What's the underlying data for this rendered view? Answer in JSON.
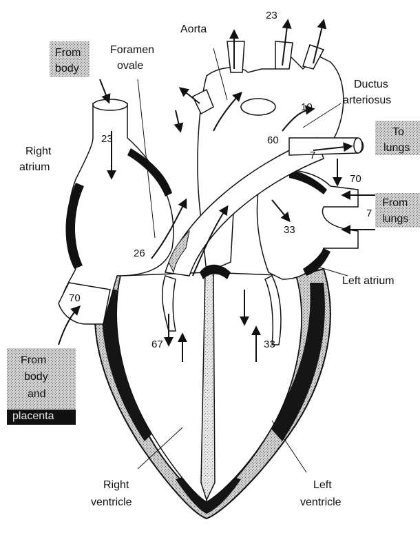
{
  "labels": {
    "from_body_top": [
      "From",
      "body"
    ],
    "foramen_ovale": [
      "Foramen",
      "ovale"
    ],
    "aorta": "Aorta",
    "ductus_arteriosus": [
      "Ductus",
      "arteriosus"
    ],
    "to_lungs": [
      "To",
      "lungs"
    ],
    "right_atrium": [
      "Right",
      "atrium"
    ],
    "from_lungs": [
      "From",
      "lungs"
    ],
    "left_atrium": "Left atrium",
    "from_body_placenta": [
      "From",
      "body",
      "and",
      "placenta"
    ],
    "right_ventricle": [
      "Right",
      "ventricle"
    ],
    "left_ventricle": [
      "Left",
      "ventricle"
    ]
  },
  "values": {
    "aorta_top": "23",
    "svc": "23",
    "ductus": "10",
    "aortic_arch": "60",
    "pulmonary_artery": "7",
    "pv_upper": "70",
    "pv_lower": "7",
    "left_atrium": "33",
    "foramen": "26",
    "ivc": "70",
    "right_ventricle": "67",
    "left_ventricle": "33"
  },
  "colors": {
    "ink": "#111111",
    "stipple": "#9a9a9a",
    "wall": "#1a1a1a"
  }
}
